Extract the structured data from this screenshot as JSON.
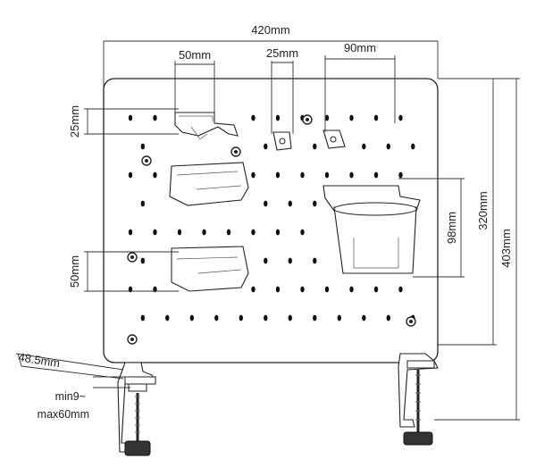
{
  "diagram": {
    "dimensions": {
      "width_total": "420mm",
      "hook_left_width": "50mm",
      "hook_small_width": "25mm",
      "cup_holder_width": "90mm",
      "left_hook_height": "25mm",
      "left_shelf_height": "50mm",
      "cup_holder_height": "98mm",
      "panel_height": "320mm",
      "total_height": "403mm",
      "clamp_depth": "48.5mm",
      "clamp_min": "min9~",
      "clamp_max": "max60mm"
    }
  }
}
